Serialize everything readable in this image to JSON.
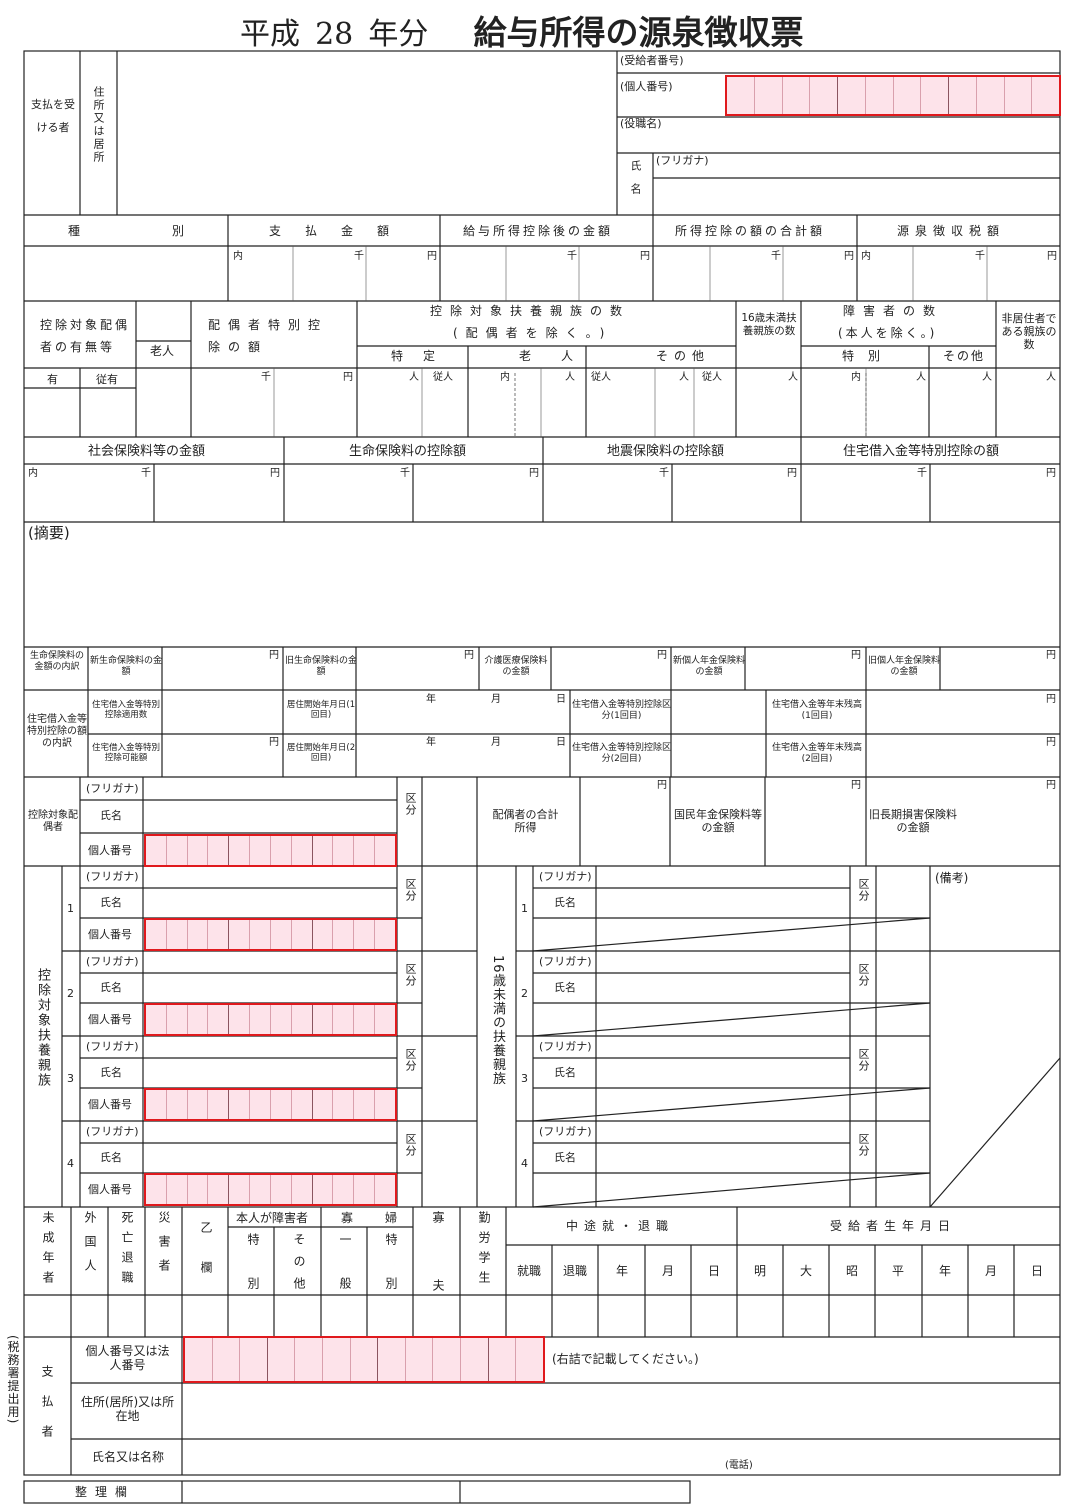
{
  "title": {
    "era": "平成",
    "year": "28",
    "nenbun": "年分",
    "main": "給与所得の源泉徴収票"
  },
  "recipient": {
    "label": "支払を受ける者",
    "address_label": "住所又は居所",
    "recipient_no": "(受給者番号)",
    "personal_no": "(個人番号)",
    "position": "(役職名)",
    "name_label": "氏名",
    "furigana": "(フリガナ)"
  },
  "row1": {
    "type": "種別",
    "payment": "支払金額",
    "after_deduction": "給与所得控除後の金額",
    "total_deduction": "所得控除の額の合計額",
    "withholding": "源泉徴収税額"
  },
  "units": {
    "uchi": "内",
    "sen": "千",
    "en": "円",
    "nin": "人",
    "ju": "従人",
    "nen": "年",
    "gatsu": "月",
    "nichi": "日"
  },
  "row2": {
    "spouse_flag": "控除対象配偶者の有無等",
    "elderly": "老人",
    "spouse_special": "配偶者特別控除の額",
    "dependents": "控除対象扶養親族の数",
    "excl_spouse": "(配偶者を除く。)",
    "tokutei": "特定",
    "rojin": "老人",
    "sonota": "その他",
    "under16": "16歳未満扶養親族の数",
    "disabled": "障害者の数",
    "excl_self": "(本人を除く。)",
    "tokubetsu": "特別",
    "nonresident": "非居住者である親族の数",
    "yes": "有",
    "jyu_yes": "従有"
  },
  "row3": {
    "social": "社会保険料等の金額",
    "life": "生命保険料の控除額",
    "quake": "地震保険料の控除額",
    "housing": "住宅借入金等特別控除の額"
  },
  "tekiyo": "(摘要)",
  "life_detail": {
    "label": "生命保険料の金額の内訳",
    "new_life": "新生命保険料の金額",
    "old_life": "旧生命保険料の金額",
    "care": "介護医療保険料の金額",
    "new_pension": "新個人年金保険料の金額",
    "old_pension": "旧個人年金保険料の金額"
  },
  "housing_detail": {
    "label": "住宅借入金等特別控除の額の内訳",
    "applied": "住宅借入金等特別控除適用数",
    "possible": "住宅借入金等特別控除可能額",
    "start1": "居住開始年月日(1回目)",
    "start2": "居住開始年月日(2回目)",
    "div1": "住宅借入金等特別控除区分(1回目)",
    "div2": "住宅借入金等特別控除区分(2回目)",
    "bal1": "住宅借入金等年末残高(1回目)",
    "bal2": "住宅借入金等年末残高(2回目)"
  },
  "spouse": {
    "label": "控除対象配偶者",
    "furigana": "(フリガナ)",
    "name": "氏名",
    "personal_no": "個人番号",
    "kubun": "区分",
    "income": "配偶者の合計所得",
    "pension": "国民年金保険料等の金額",
    "old_long": "旧長期損害保険料の金額"
  },
  "dependents": {
    "label": "控除対象扶養親族",
    "under16": "16歳未満の扶養親族",
    "nums": [
      "1",
      "2",
      "3",
      "4"
    ],
    "bikou": "(備考)"
  },
  "flags": {
    "minor": "未成年者",
    "foreign": "外国人",
    "death": "死亡退職",
    "disaster": "災害者",
    "otsu": "乙欄",
    "self_disabled": "本人が障害者",
    "toku": "特別",
    "sono": "その他",
    "widow": "寡婦",
    "ippan": "一般",
    "widower": "寡夫",
    "student": "勤労学生",
    "midway": "中途就・退職",
    "hire": "就職",
    "retire": "退職",
    "birth": "受給者生年月日",
    "meiji": "明",
    "taisho": "大",
    "showa": "昭",
    "heisei": "平"
  },
  "payer": {
    "side": "(税務署提出用)",
    "label": "支払者",
    "id_label": "個人番号又は法人番号",
    "right_note": "(右詰で記載してください。)",
    "address": "住所(居所)又は所在地",
    "name": "氏名又は名称",
    "tel": "(電話)"
  },
  "seiri": "整理欄"
}
